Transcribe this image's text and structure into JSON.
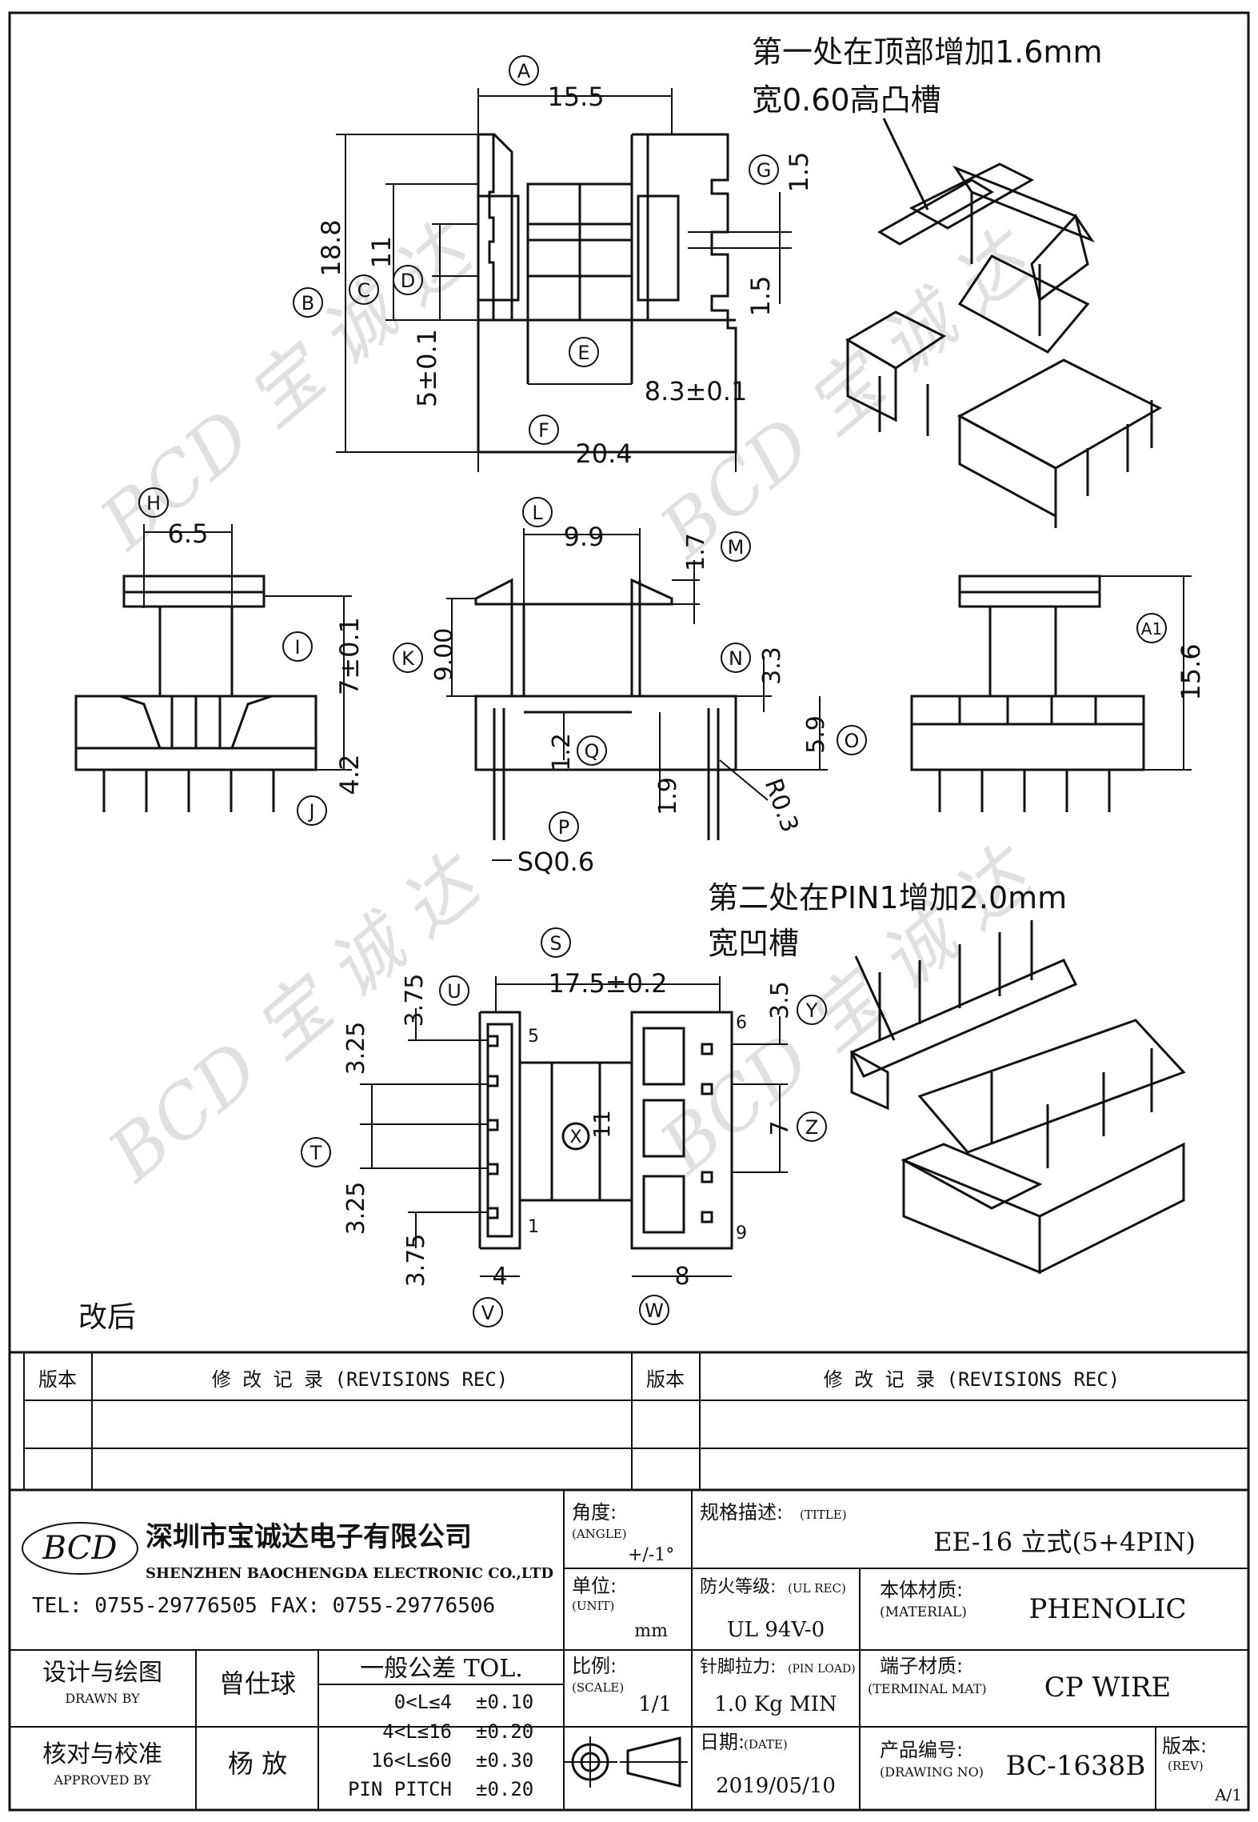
{
  "notes": {
    "top_line1": "第一处在顶部增加1.6mm",
    "top_line2": "宽0.60高凸槽",
    "pin_line1": "第二处在PIN1增加2.0mm",
    "pin_line2": "宽凹槽",
    "revised": "改后"
  },
  "watermark": "BCD 宝 诚 达",
  "view_top": {
    "labels": [
      "A",
      "B",
      "C",
      "D",
      "E",
      "F",
      "G"
    ],
    "dims": {
      "a": "15.5",
      "b": "18.8",
      "c": "11",
      "d": "5±0.1",
      "e": "8.3±0.1",
      "f": "20.4",
      "g1": "1.5",
      "g2": "1.5"
    }
  },
  "view_front": {
    "labels": [
      "H",
      "I",
      "J"
    ],
    "dims": {
      "h": "6.5",
      "i": "7±0.1",
      "j": "4.2"
    }
  },
  "view_side": {
    "labels": [
      "K",
      "L",
      "M",
      "N",
      "O",
      "P",
      "Q"
    ],
    "dims": {
      "k": "9.00",
      "l": "9.9",
      "m": "1.7",
      "n": "3.3",
      "o": "5.9",
      "q": "1.2",
      "p": "SQ0.6",
      "r": "R0.3",
      "s19": "1.9"
    }
  },
  "view_right": {
    "labels": [
      "A1"
    ],
    "dims": {
      "a1": "15.6"
    }
  },
  "view_bottom": {
    "labels": [
      "S",
      "T",
      "U",
      "V",
      "W",
      "X",
      "Y",
      "Z"
    ],
    "dims": {
      "s": "17.5±0.2",
      "u": "3.75",
      "t1": "3.25",
      "t2": "3.25",
      "t3": "3.75",
      "v": "4",
      "w": "8",
      "x": "11",
      "y": "3.5",
      "z": "7"
    },
    "pins": [
      "5",
      "1",
      "6",
      "9"
    ]
  },
  "revisions": {
    "col_version": "版本",
    "col_records": "修 改 记 录 (REVISIONS REC)"
  },
  "company": {
    "logo": "BCD",
    "name_cn": "深圳市宝诚达电子有限公司",
    "name_en": "SHENZHEN BAOCHENGDA ELECTRONIC CO.,LTD",
    "phone": "TEL: 0755-29776505  FAX: 0755-29776506"
  },
  "titleblock": {
    "angle_label": "角度:",
    "angle_en": "(ANGLE)",
    "angle_value": "+/-1°",
    "title_label": "规格描述:",
    "title_en": "(TITLE)",
    "title_value": "EE-16 立式(5+4PIN)",
    "unit_label": "单位:",
    "unit_en": "(UNIT)",
    "unit_value": "mm",
    "ul_label": "防火等级:",
    "ul_en": "(UL REC)",
    "ul_value": "UL 94V-0",
    "material_label": "本体材质:",
    "material_en": "(MATERIAL)",
    "material_value": "PHENOLIC",
    "drawn_label": "设计与绘图",
    "drawn_en": "DRAWN BY",
    "drawn_value": "曾仕球",
    "tol_label": "一般公差 TOL.",
    "tol_rows": [
      {
        "range": "0<L≤4",
        "tol": "±0.10"
      },
      {
        "range": "4<L≤16",
        "tol": "±0.20"
      },
      {
        "range": "16<L≤60",
        "tol": "±0.30"
      },
      {
        "range": "PIN PITCH",
        "tol": "±0.20"
      }
    ],
    "scale_label": "比例:",
    "scale_en": "(SCALE)",
    "scale_value": "1/1",
    "pinload_label": "针脚拉力:",
    "pinload_en": "(PIN LOAD)",
    "pinload_value": "1.0 Kg MIN",
    "terminal_label": "端子材质:",
    "terminal_en": "(TERMINAL MAT)",
    "terminal_value": "CP WIRE",
    "approved_label": "核对与校准",
    "approved_en": "APPROVED BY",
    "approved_value": "杨  放",
    "date_label": "日期:",
    "date_en": "(DATE)",
    "date_value": "2019/05/10",
    "drawing_label": "产品编号:",
    "drawing_en": "(DRAWING NO)",
    "drawing_value": "BC-1638B",
    "rev_label": "版本:",
    "rev_en": "(REV)",
    "rev_value": "A/1"
  }
}
